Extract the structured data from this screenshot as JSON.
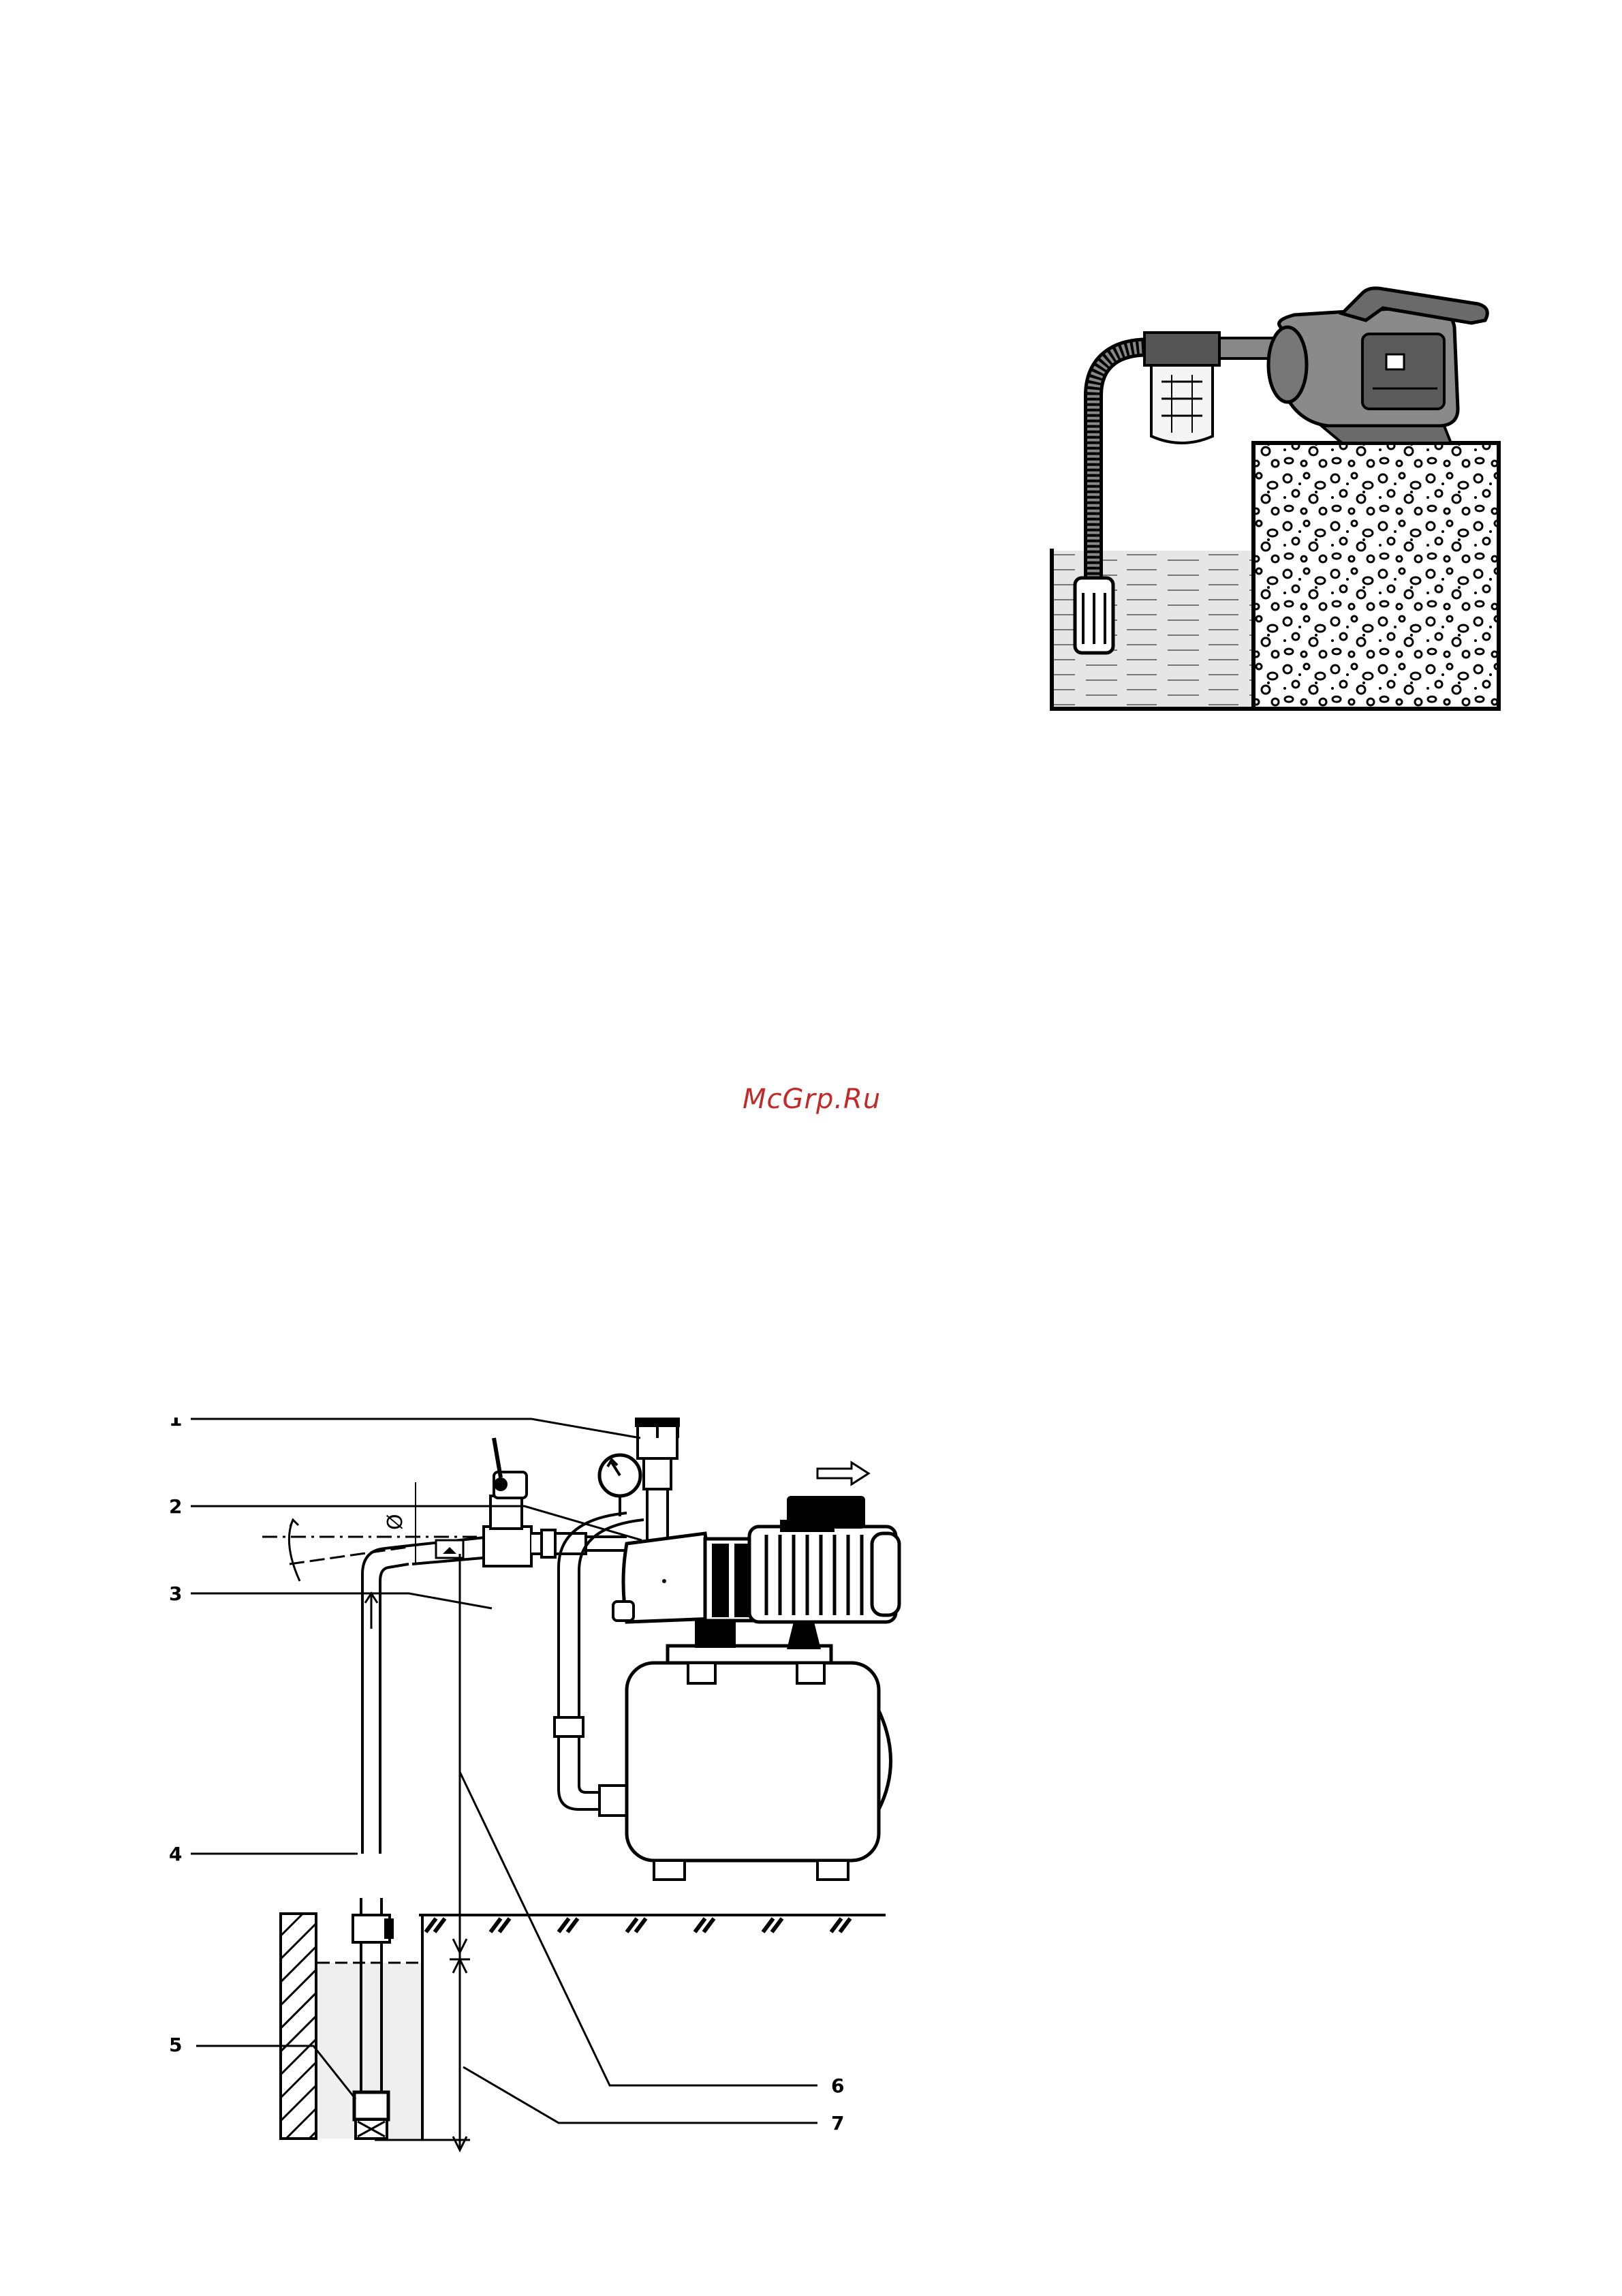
{
  "watermark": "McGrp.Ru",
  "figure_bottom": {
    "callouts": [
      {
        "id": "1",
        "label": "1"
      },
      {
        "id": "2",
        "label": "2"
      },
      {
        "id": "3",
        "label": "3"
      },
      {
        "id": "4",
        "label": "4"
      },
      {
        "id": "5",
        "label": "5"
      },
      {
        "id": "6",
        "label": "6"
      },
      {
        "id": "7",
        "label": "7"
      }
    ],
    "diameter_symbol": "Ø"
  },
  "colors": {
    "ink": "#000000",
    "watermark": "#c22a2a",
    "water": "#e6e6e6",
    "pump_body": "#8a8a8a"
  }
}
